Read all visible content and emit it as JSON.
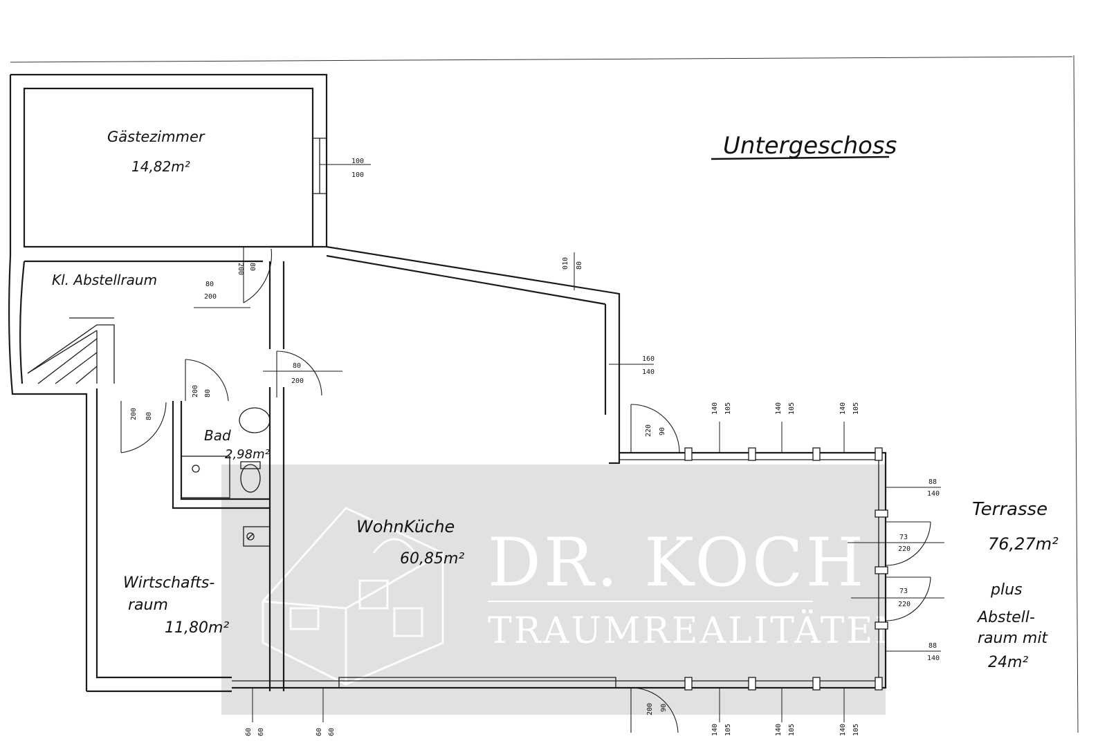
{
  "title": "Untergeschoss",
  "rooms": {
    "gaestezimmer": {
      "name": "Gästezimmer",
      "area": "14,82m²"
    },
    "abstellraum": {
      "name": "Kl. Abstellraum"
    },
    "bad": {
      "name": "Bad",
      "area": "2,98m²"
    },
    "wohnkueche": {
      "name": "WohnKüche",
      "area": "60,85m²"
    },
    "wirtschaftsraum": {
      "name_line1": "Wirtschafts-",
      "name_line2": "raum",
      "area": "11,80m²"
    },
    "terrasse": {
      "name": "Terrasse",
      "area": "76,27m²",
      "extra_line1": "plus",
      "extra_line2": "Abstell-",
      "extra_line3": "raum mit",
      "extra_line4": "24m²"
    }
  },
  "dimensions": {
    "gaeste_window": [
      "100",
      "100"
    ],
    "abstell_door": [
      "80",
      "200"
    ],
    "abstell_door2": [
      "80",
      "200"
    ],
    "diag_window": [
      "80",
      "010"
    ],
    "side_window": [
      "160",
      "140"
    ],
    "kitchen_door": [
      "80",
      "200"
    ],
    "bad_door": [
      "80",
      "200"
    ],
    "wirt_door": [
      "80",
      "200"
    ],
    "terrace_door_top": [
      "90",
      "220"
    ],
    "top_windows": [
      "105",
      "140"
    ],
    "right_window_top": [
      "88",
      "140"
    ],
    "right_door_1": [
      "73",
      "220"
    ],
    "right_door_2": [
      "73",
      "220"
    ],
    "right_window_bottom": [
      "88",
      "140"
    ],
    "bottom_windows_left": [
      "60",
      "60"
    ],
    "bottom_door": [
      "90",
      "200"
    ],
    "bottom_windows": [
      "105",
      "140"
    ]
  },
  "watermark": {
    "brand": "DR. KOCH",
    "tagline": "TRAUMREALITÄTEN"
  }
}
